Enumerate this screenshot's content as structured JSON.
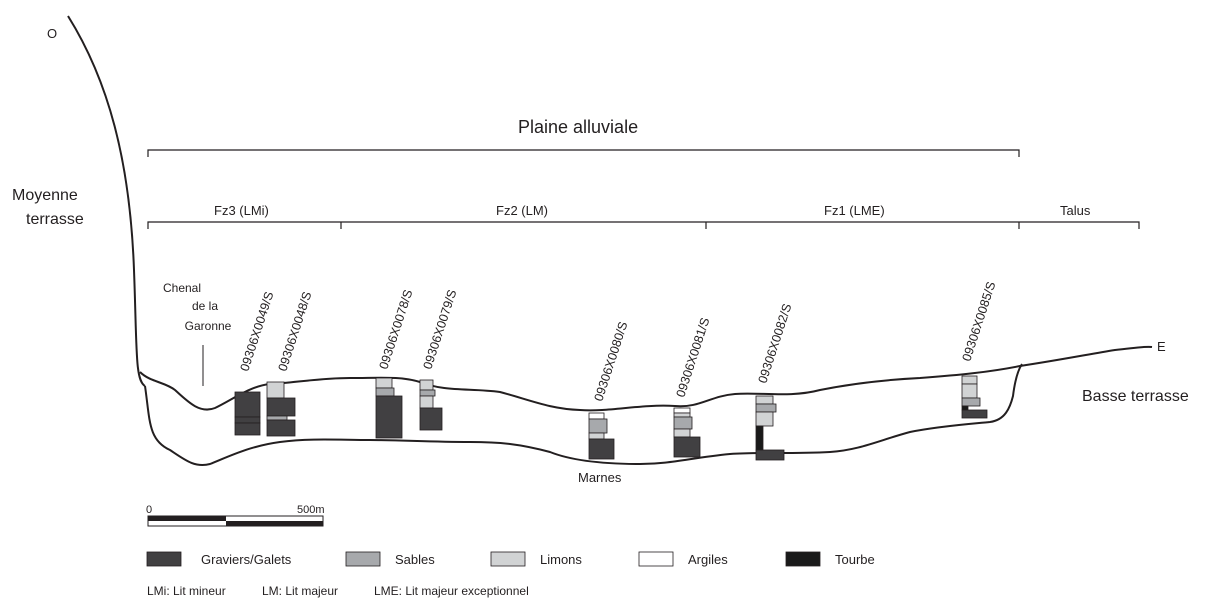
{
  "orientation": {
    "west": "O",
    "east": "E"
  },
  "title": "Plaine alluviale",
  "left_label": [
    "Moyenne",
    "terrasse"
  ],
  "right_label": "Basse terrasse",
  "zones": [
    {
      "id": "fz3",
      "label": "Fz3 (LMi)"
    },
    {
      "id": "fz2",
      "label": "Fz2 (LM)"
    },
    {
      "id": "fz1",
      "label": "Fz1 (LME)"
    },
    {
      "id": "talus",
      "label": "Talus"
    }
  ],
  "channel_label": [
    "Chenal",
    "de la",
    "Garonne"
  ],
  "bedrock_label": "Marnes",
  "boreholes": [
    {
      "id": "09306X0049/S",
      "layers": [
        "graviers",
        "graviers",
        "graviers"
      ]
    },
    {
      "id": "09306X0048/S",
      "layers": [
        "limons",
        "graviers",
        "sables",
        "graviers"
      ]
    },
    {
      "id": "09306X0078/S",
      "layers": [
        "limons",
        "sables",
        "graviers"
      ]
    },
    {
      "id": "09306X0079/S",
      "layers": [
        "limons",
        "sables",
        "limons",
        "graviers"
      ]
    },
    {
      "id": "09306X0080/S",
      "layers": [
        "argiles",
        "sables",
        "limons",
        "graviers"
      ]
    },
    {
      "id": "09306X0081/S",
      "layers": [
        "argiles",
        "limons",
        "sables",
        "limons",
        "graviers"
      ]
    },
    {
      "id": "09306X0082/S",
      "layers": [
        "limons",
        "sables",
        "limons",
        "tourbe",
        "graviers"
      ]
    },
    {
      "id": "09306X0085/S",
      "layers": [
        "limons",
        "limons",
        "sables",
        "tourbe",
        "graviers"
      ]
    }
  ],
  "scale": {
    "start": "0",
    "end": "500m"
  },
  "legend": [
    {
      "key": "graviers",
      "label": "Graviers/Galets",
      "color": "#414042"
    },
    {
      "key": "sables",
      "label": "Sables",
      "color": "#a7a9ac"
    },
    {
      "key": "limons",
      "label": "Limons",
      "color": "#d1d3d4"
    },
    {
      "key": "argiles",
      "label": "Argiles",
      "color": "#ffffff"
    },
    {
      "key": "tourbe",
      "label": "Tourbe",
      "color": "#1a1a1a"
    }
  ],
  "abbreviations": [
    "LMi: Lit mineur",
    "LM: Lit majeur",
    "LME: Lit majeur exceptionnel"
  ]
}
